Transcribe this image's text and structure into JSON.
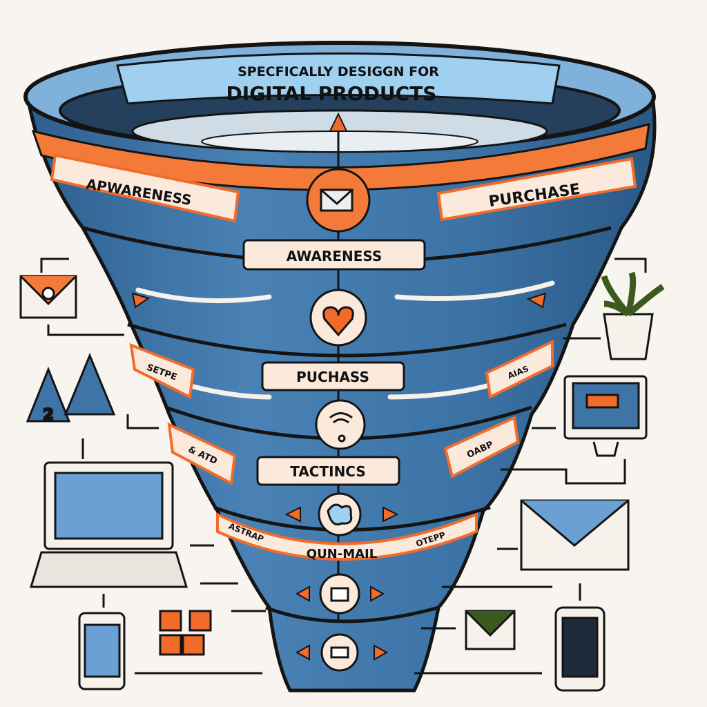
{
  "title": {
    "line1": "SPECFICALLY DESIGGN FOR",
    "line2": "DIGITAL PRODUCTS"
  },
  "stages": {
    "top_left": "APWARENESS",
    "top_right": "PURCHASE",
    "awareness": "AWARENESS",
    "purchase": "PUCHASS",
    "left_2": "SETPE",
    "right_2": "AIAS",
    "tactics": "TACTINCS",
    "left_3": "& ATD",
    "right_3": "OABP",
    "email": "QUN-MAIL",
    "left_4": "ASTRAP",
    "right_4": "OTEPP"
  },
  "icons": [
    "envelope-icon",
    "heart-icon",
    "wifi-icon",
    "puzzle-icon",
    "box-icon",
    "mountain-icon",
    "laptop-icon",
    "phone-icon",
    "cubes-icon",
    "plant-icon",
    "monitor-icon",
    "mail-icon"
  ],
  "side_icons": {
    "mountain_number": "2"
  },
  "colors": {
    "funnel": "#3f74a6",
    "accent": "#f26b2a",
    "outline": "#141414",
    "background": "#f8f4ef"
  }
}
